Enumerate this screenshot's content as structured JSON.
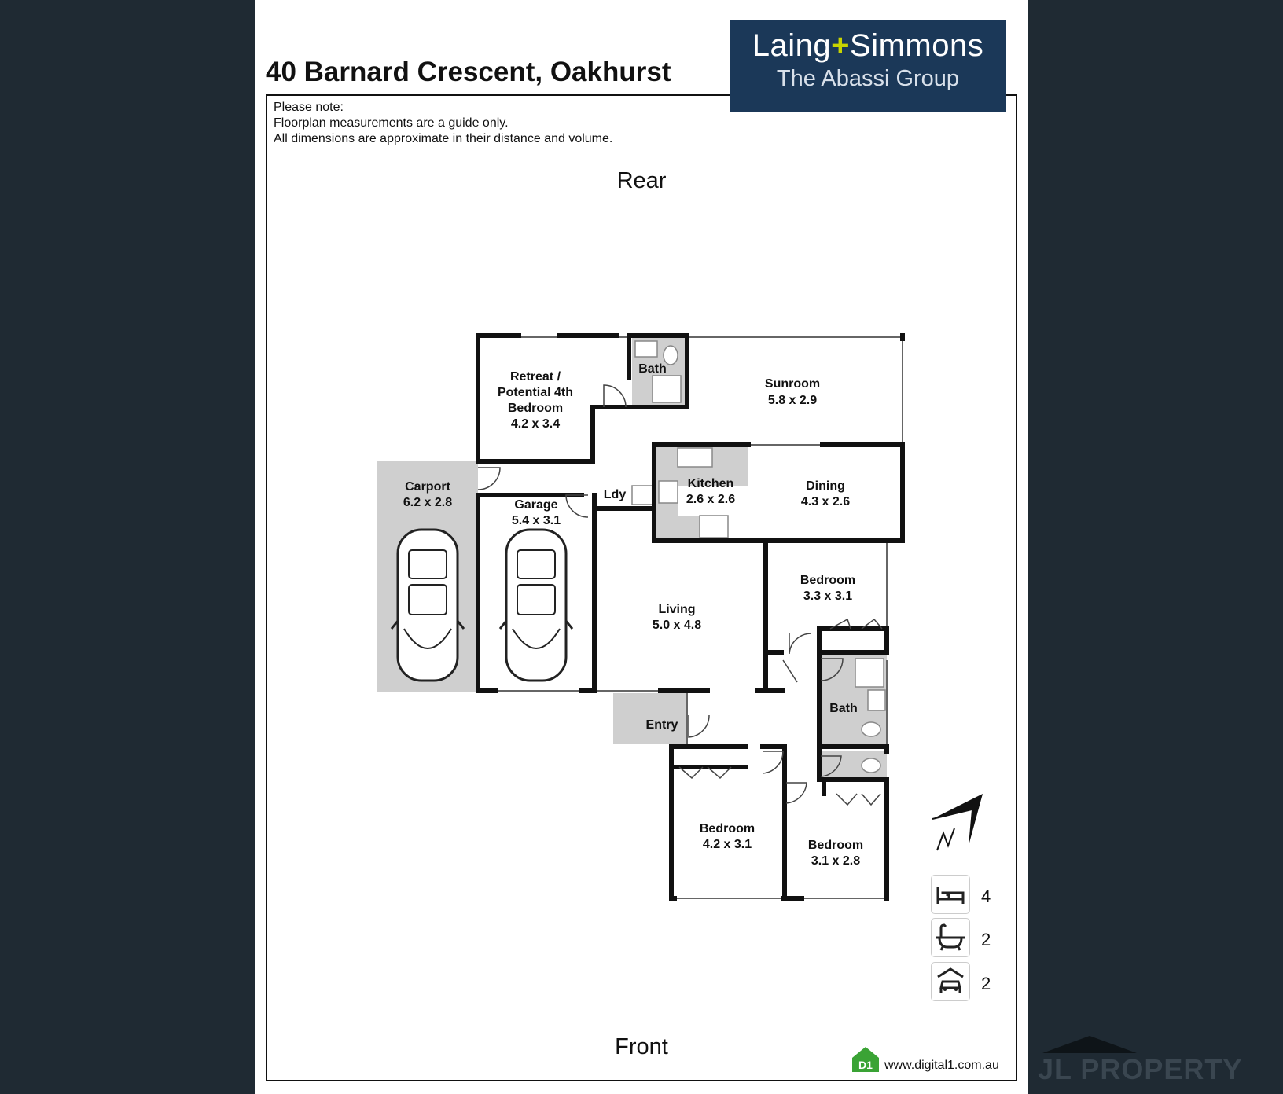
{
  "header": {
    "address": "40 Barnard Crescent, Oakhurst",
    "note_lines": [
      "Please note:",
      "Floorplan measurements are a guide only.",
      "All dimensions are approximate in their distance and volume."
    ]
  },
  "logo": {
    "brand_left": "Laing",
    "brand_plus": "+",
    "brand_right": "Simmons",
    "subtitle": "The Abassi Group",
    "bg_color": "#1b3858",
    "accent_color": "#c8d400"
  },
  "orientation": {
    "rear": "Rear",
    "front": "Front",
    "compass_icon": "north-arrow-icon"
  },
  "rooms": {
    "retreat": {
      "name": "Retreat /\nPotential 4th\nBedroom",
      "size": "4.2 x 3.4"
    },
    "bath_upper": {
      "name": "Bath"
    },
    "sunroom": {
      "name": "Sunroom",
      "size": "5.8 x 2.9"
    },
    "carport": {
      "name": "Carport",
      "size": "6.2 x 2.8"
    },
    "garage": {
      "name": "Garage",
      "size": "5.4 x 3.1"
    },
    "laundry": {
      "name": "Ldy"
    },
    "kitchen": {
      "name": "Kitchen",
      "size": "2.6 x 2.6"
    },
    "dining": {
      "name": "Dining",
      "size": "4.3 x 2.6"
    },
    "living": {
      "name": "Living",
      "size": "5.0 x 4.8"
    },
    "bedroom_a": {
      "name": "Bedroom",
      "size": "3.3 x 3.1"
    },
    "bath_lower": {
      "name": "Bath"
    },
    "entry": {
      "name": "Entry"
    },
    "bedroom_b": {
      "name": "Bedroom",
      "size": "4.2 x 3.1"
    },
    "bedroom_c": {
      "name": "Bedroom",
      "size": "3.1 x 2.8"
    }
  },
  "stats": [
    {
      "icon": "bed-icon",
      "value": "4"
    },
    {
      "icon": "bath-icon",
      "value": "2"
    },
    {
      "icon": "car-icon",
      "value": "2"
    }
  ],
  "footer": {
    "website": "www.digital1.com.au",
    "d1_logo": "D1",
    "agency_watermark": "JL PROPERTY"
  }
}
